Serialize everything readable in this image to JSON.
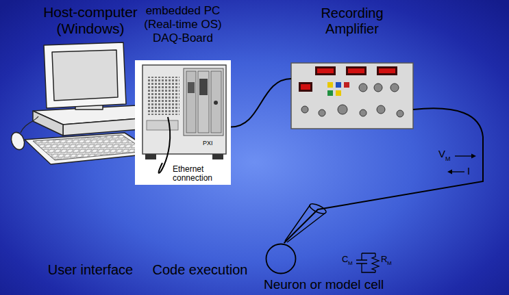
{
  "diagram": {
    "nodes": [
      {
        "text": [
          "Host-computer (Windows)",
          "User interface"
        ]
      },
      {
        "text": [
          "embedded PC (Real-time OS) DAQ-Board",
          "Code execution"
        ]
      },
      {
        "text": [
          "Recording Amplifier"
        ]
      },
      {
        "text": [
          "Neuron or model cell"
        ]
      }
    ],
    "edges": [
      {
        "from": 0,
        "to": 1,
        "arrow": "none",
        "label": "Ethernet connection"
      },
      {
        "from": 1,
        "to": 2,
        "arrow": "none"
      },
      {
        "from": 2,
        "to": 3,
        "arrow": "none"
      }
    ],
    "labels": [
      "V",
      "M",
      "I",
      "C",
      "M",
      "R",
      "M",
      "PXI"
    ]
  }
}
